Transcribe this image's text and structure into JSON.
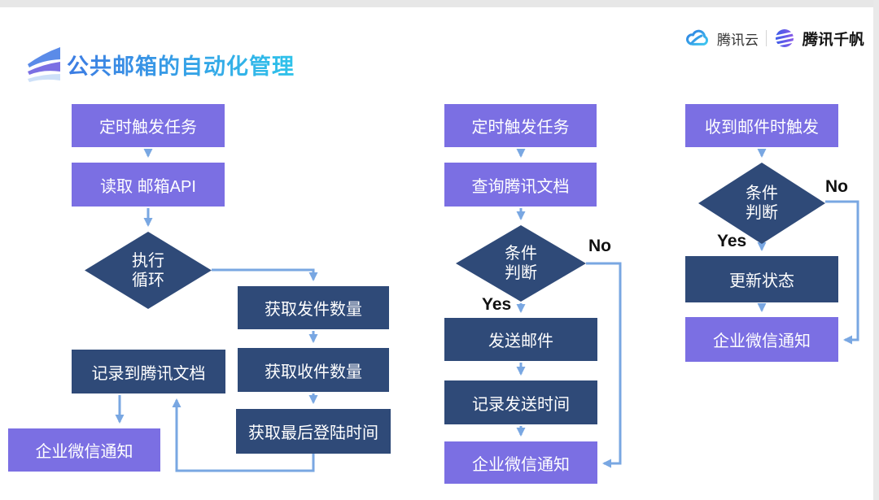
{
  "page": {
    "title": "公共邮箱的自动化管理"
  },
  "brand": {
    "tencent_cloud": "腾讯云",
    "qianfan": "腾讯千帆"
  },
  "colors": {
    "node_purple": "#7b6fe3",
    "node_navy": "#2f4a78",
    "arrow_blue": "#79a7e2",
    "title_gradient_from": "#3d7ce3",
    "title_gradient_to": "#2fc3ea",
    "top_bar_gray": "#e7e7e7"
  },
  "flow1": {
    "b1": "定时触发任务",
    "b2": "读取 邮箱API",
    "d_line1": "执行",
    "d_line2": "循环",
    "s1": "获取发件数量",
    "s2": "获取收件数量",
    "s3": "获取最后登陆时间",
    "b3": "记录到腾讯文档",
    "b4": "企业微信通知"
  },
  "flow2": {
    "b1": "定时触发任务",
    "b2": "查询腾讯文档",
    "d_line1": "条件",
    "d_line2": "判断",
    "yes": "Yes",
    "no": "No",
    "b3": "发送邮件",
    "b4": "记录发送时间",
    "b5": "企业微信通知"
  },
  "flow3": {
    "b1": "收到邮件时触发",
    "d_line1": "条件",
    "d_line2": "判断",
    "yes": "Yes",
    "no": "No",
    "b2": "更新状态",
    "b3": "企业微信通知"
  }
}
